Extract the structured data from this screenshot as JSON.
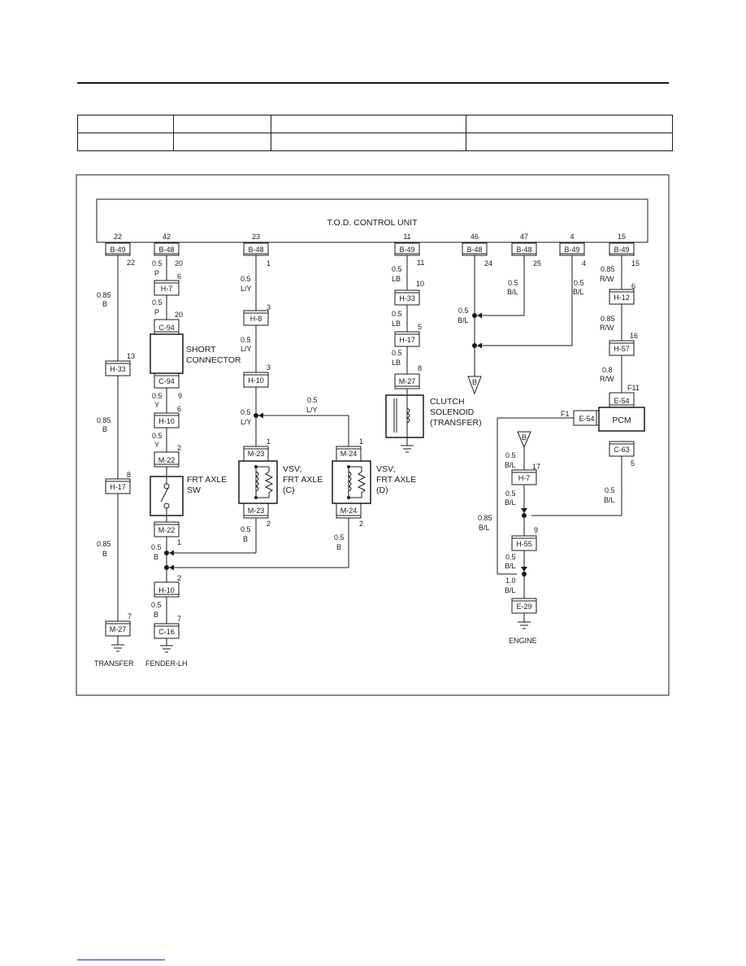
{
  "header_table": {
    "rows": [
      [
        "",
        "",
        "",
        ""
      ],
      [
        "",
        "",
        "",
        ""
      ]
    ]
  },
  "unit": {
    "name": "T.O.D. CONTROL UNIT",
    "pins": [
      {
        "pin": "22",
        "conn": "B-49"
      },
      {
        "pin": "42",
        "conn": "B-48"
      },
      {
        "pin": "23",
        "conn": "B-48"
      },
      {
        "pin": "11",
        "conn": "B-49"
      },
      {
        "pin": "46",
        "conn": "B-48"
      },
      {
        "pin": "47",
        "conn": "B-48"
      },
      {
        "pin": "4",
        "conn": "B-49"
      },
      {
        "pin": "15",
        "conn": "B-49"
      }
    ]
  },
  "connectors": {
    "h33a": {
      "name": "H-33",
      "pin": "13"
    },
    "h17a": {
      "name": "H-17",
      "pin": "8"
    },
    "m27a": {
      "name": "M-27",
      "pin": "7"
    },
    "h7a": {
      "name": "H-7",
      "pin": "6"
    },
    "c94t": {
      "name": "C-94",
      "pin": "20"
    },
    "c94b": {
      "name": "C-94",
      "pin": "9"
    },
    "h10a": {
      "name": "H-10",
      "pin": "6"
    },
    "m22t": {
      "name": "M-22",
      "pin": "2"
    },
    "m22b": {
      "name": "M-22",
      "pin": "1"
    },
    "h10c": {
      "name": "H-10",
      "pin": "2"
    },
    "c16": {
      "name": "C-16",
      "pin": "7"
    },
    "h8": {
      "name": "H-8",
      "pin": "3"
    },
    "h10b": {
      "name": "H-10",
      "pin": "3"
    },
    "m23t": {
      "name": "M-23",
      "pin": "1"
    },
    "m23b": {
      "name": "M-23",
      "pin": "2"
    },
    "m24t": {
      "name": "M-24",
      "pin": "1"
    },
    "m24b": {
      "name": "M-24",
      "pin": "2"
    },
    "h33b": {
      "name": "H-33",
      "pin": "10"
    },
    "h17b": {
      "name": "H-17",
      "pin": "5"
    },
    "m27b": {
      "name": "M-27",
      "pin": "8"
    },
    "h12": {
      "name": "H-12",
      "pin": "6"
    },
    "h57": {
      "name": "H-57",
      "pin": "16"
    },
    "e54t": {
      "name": "E-54",
      "pin": "F11"
    },
    "e54l": {
      "name": "E-54",
      "pin": "F1"
    },
    "c63": {
      "name": "C-63",
      "pin": "5"
    },
    "h7b": {
      "name": "H-7",
      "pin": "17"
    },
    "h55": {
      "name": "H-55",
      "pin": "9"
    },
    "e29": {
      "name": "E-29"
    }
  },
  "unit_side_pins": {
    "p22": "22",
    "p20": "20",
    "p1": "1",
    "p11": "11",
    "p24": "24",
    "p25": "25",
    "p4": "4",
    "p15": "15"
  },
  "wires": {
    "w1_size": "0.85",
    "w1_color": "B",
    "w2_size": "0.85",
    "w2_color": "B",
    "w3_size": "0.85",
    "w3_color": "B",
    "w4_size": "0.5",
    "w4_color": "P",
    "w5_size": "0.5",
    "w5_color": "P",
    "w6_size": "0.5",
    "w6_color": "Y",
    "w7_size": "0.5",
    "w7_color": "Y",
    "w8_size": "0.5",
    "w8_color": "B",
    "w9_size": "0.5",
    "w9_color": "B",
    "w10_size": "0.5",
    "w10_color": "L/Y",
    "w11_size": "0.5",
    "w11_color": "L/Y",
    "w12_size": "0.5",
    "w12_color": "L/Y",
    "w13_size": "0.5",
    "w13_color": "L/Y",
    "w14_size": "0.5",
    "w14_color": "B",
    "w15_size": "0.5",
    "w15_color": "B",
    "w16_size": "0.5",
    "w16_color": "LB",
    "w17_size": "0.5",
    "w17_color": "LB",
    "w18_size": "0.5",
    "w18_color": "LB",
    "w19_size": "0.5",
    "w19_color": "B/L",
    "w20_size": "0.5",
    "w20_color": "B/L",
    "w21_size": "0.5",
    "w21_color": "B/L",
    "w22_size": "0.85",
    "w22_color": "R/W",
    "w23_size": "0.85",
    "w23_color": "R/W",
    "w24_size": "0.8",
    "w24_color": "R/W",
    "w25_size": "0.5",
    "w25_color": "B/L",
    "w26_size": "0.5",
    "w26_color": "B/L",
    "w27_size": "0.5",
    "w27_color": "B/L",
    "w28_size": "0.85",
    "w28_color": "B/L",
    "w29_size": "0.5",
    "w29_color": "B/L",
    "w30_size": "1.0",
    "w30_color": "B/L"
  },
  "components": {
    "short_connector": [
      "SHORT",
      "CONNECTOR"
    ],
    "frt_axle_sw": [
      "FRT AXLE",
      "SW"
    ],
    "vsv_c": [
      "VSV;",
      "FRT AXLE",
      "(C)"
    ],
    "vsv_d": [
      "VSV;",
      "FRT AXLE",
      "(D)"
    ],
    "clutch": [
      "CLUTCH",
      "SOLENOID",
      "(TRANSFER)"
    ],
    "pcm": "PCM"
  },
  "grounds": {
    "transfer": "TRANSFER",
    "fender": "FENDER-LH",
    "engine": "ENGINE",
    "b_mark_1": "B",
    "b_mark_2": "B"
  }
}
